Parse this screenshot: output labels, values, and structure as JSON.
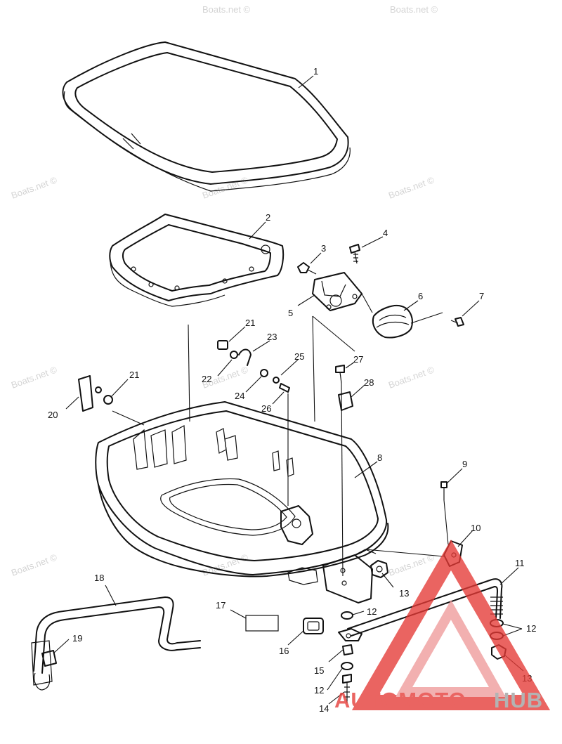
{
  "watermark": "Boats.net ©",
  "logo": {
    "text_part1": "AUTOMOTO",
    "text_part2": "HUB",
    "color_red": "#e53935",
    "color_grey": "#9e9e9e",
    "color_pink": "#ef9a9a"
  },
  "callouts": [
    "1",
    "2",
    "3",
    "4",
    "5",
    "6",
    "7",
    "8",
    "9",
    "10",
    "11",
    "12",
    "13",
    "14",
    "15",
    "16",
    "17",
    "18",
    "19",
    "20",
    "21",
    "22",
    "23",
    "24",
    "25",
    "26",
    "27",
    "28"
  ],
  "callout_repeats": {
    "c21b": "21",
    "c12b": "12",
    "c12c": "12",
    "c13b": "13"
  }
}
